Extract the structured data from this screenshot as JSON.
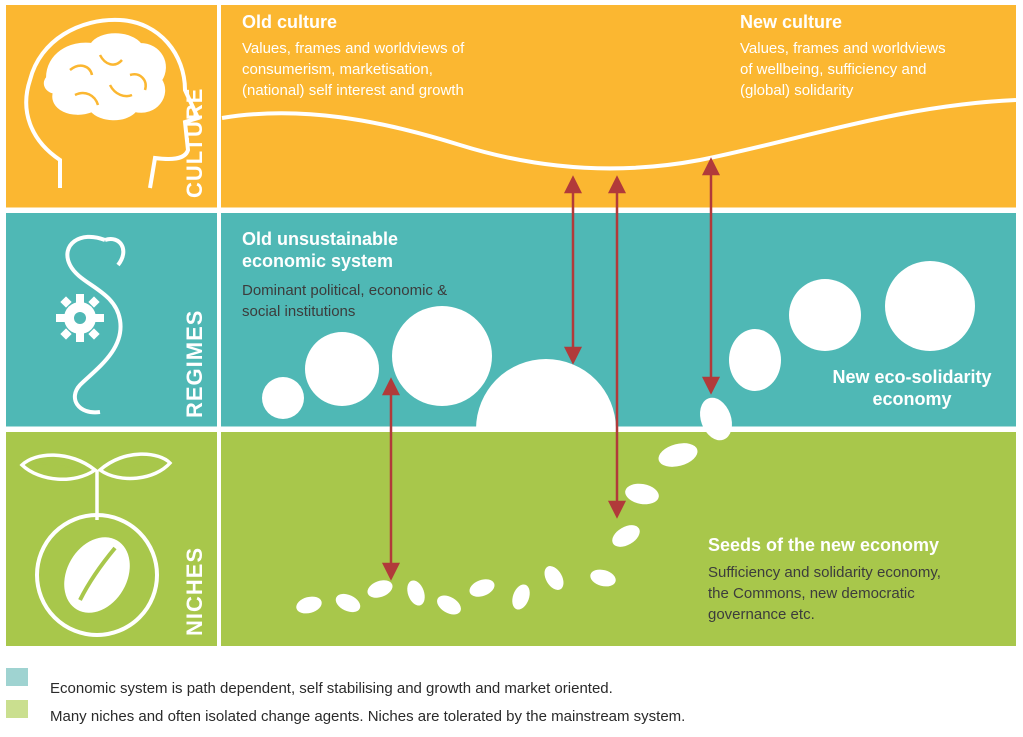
{
  "colors": {
    "culture": "#FBB731",
    "regimes": "#4FB8B5",
    "niches": "#A8C74B",
    "arrow": "#B13A3A",
    "legend_regimes": "#9FD3D1",
    "legend_niches": "#CADF8F"
  },
  "labels": {
    "culture": "CULTURE",
    "regimes": "REGIMES",
    "niches": "NICHES"
  },
  "culture": {
    "old_title": "Old culture",
    "old_body": [
      "Values, frames and worldviews of",
      "consumerism, marketisation,",
      "(national) self interest and growth"
    ],
    "new_title": "New culture",
    "new_body": [
      "Values, frames and worldviews",
      "of wellbeing, sufficiency and",
      "(global) solidarity"
    ]
  },
  "regimes": {
    "old_title": [
      "Old unsustainable",
      "economic system"
    ],
    "old_body": [
      "Dominant political, economic &",
      "social institutions"
    ],
    "new_title": [
      "New eco-solidarity",
      "economy"
    ]
  },
  "niches": {
    "title": "Seeds of the new economy",
    "body": [
      "Sufficiency and solidarity economy,",
      "the Commons, new democratic",
      "governance etc."
    ]
  },
  "legend": [
    {
      "text": "Economic system is path dependent, self stabilising and growth and market oriented."
    },
    {
      "text": "Many niches and often isolated change agents. Niches are tolerated by the mainstream system."
    }
  ],
  "icons": [
    "brain-head-icon",
    "gear-s-icon",
    "seedling-icon"
  ]
}
